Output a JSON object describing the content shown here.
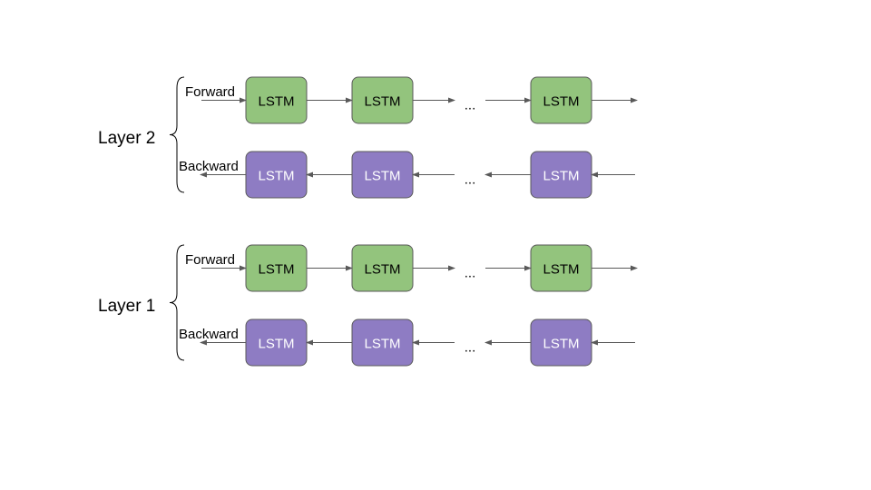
{
  "diagram": {
    "colors": {
      "forward_cell": "#93c47d",
      "backward_cell": "#8e7cc3",
      "cell_border": "#595959",
      "arrow": "#595959",
      "text": "#000000"
    },
    "cell_label": "LSTM",
    "ellipsis": "...",
    "layers": [
      {
        "label": "Layer 2",
        "rows": [
          {
            "direction": "forward",
            "label": "Forward",
            "cells": [
              "LSTM",
              "LSTM",
              "LSTM"
            ],
            "ellipsis": "..."
          },
          {
            "direction": "backward",
            "label": "Backward",
            "cells": [
              "LSTM",
              "LSTM",
              "LSTM"
            ],
            "ellipsis": "..."
          }
        ]
      },
      {
        "label": "Layer 1",
        "rows": [
          {
            "direction": "forward",
            "label": "Forward",
            "cells": [
              "LSTM",
              "LSTM",
              "LSTM"
            ],
            "ellipsis": "..."
          },
          {
            "direction": "backward",
            "label": "Backward",
            "cells": [
              "LSTM",
              "LSTM",
              "LSTM"
            ],
            "ellipsis": "..."
          }
        ]
      }
    ]
  }
}
